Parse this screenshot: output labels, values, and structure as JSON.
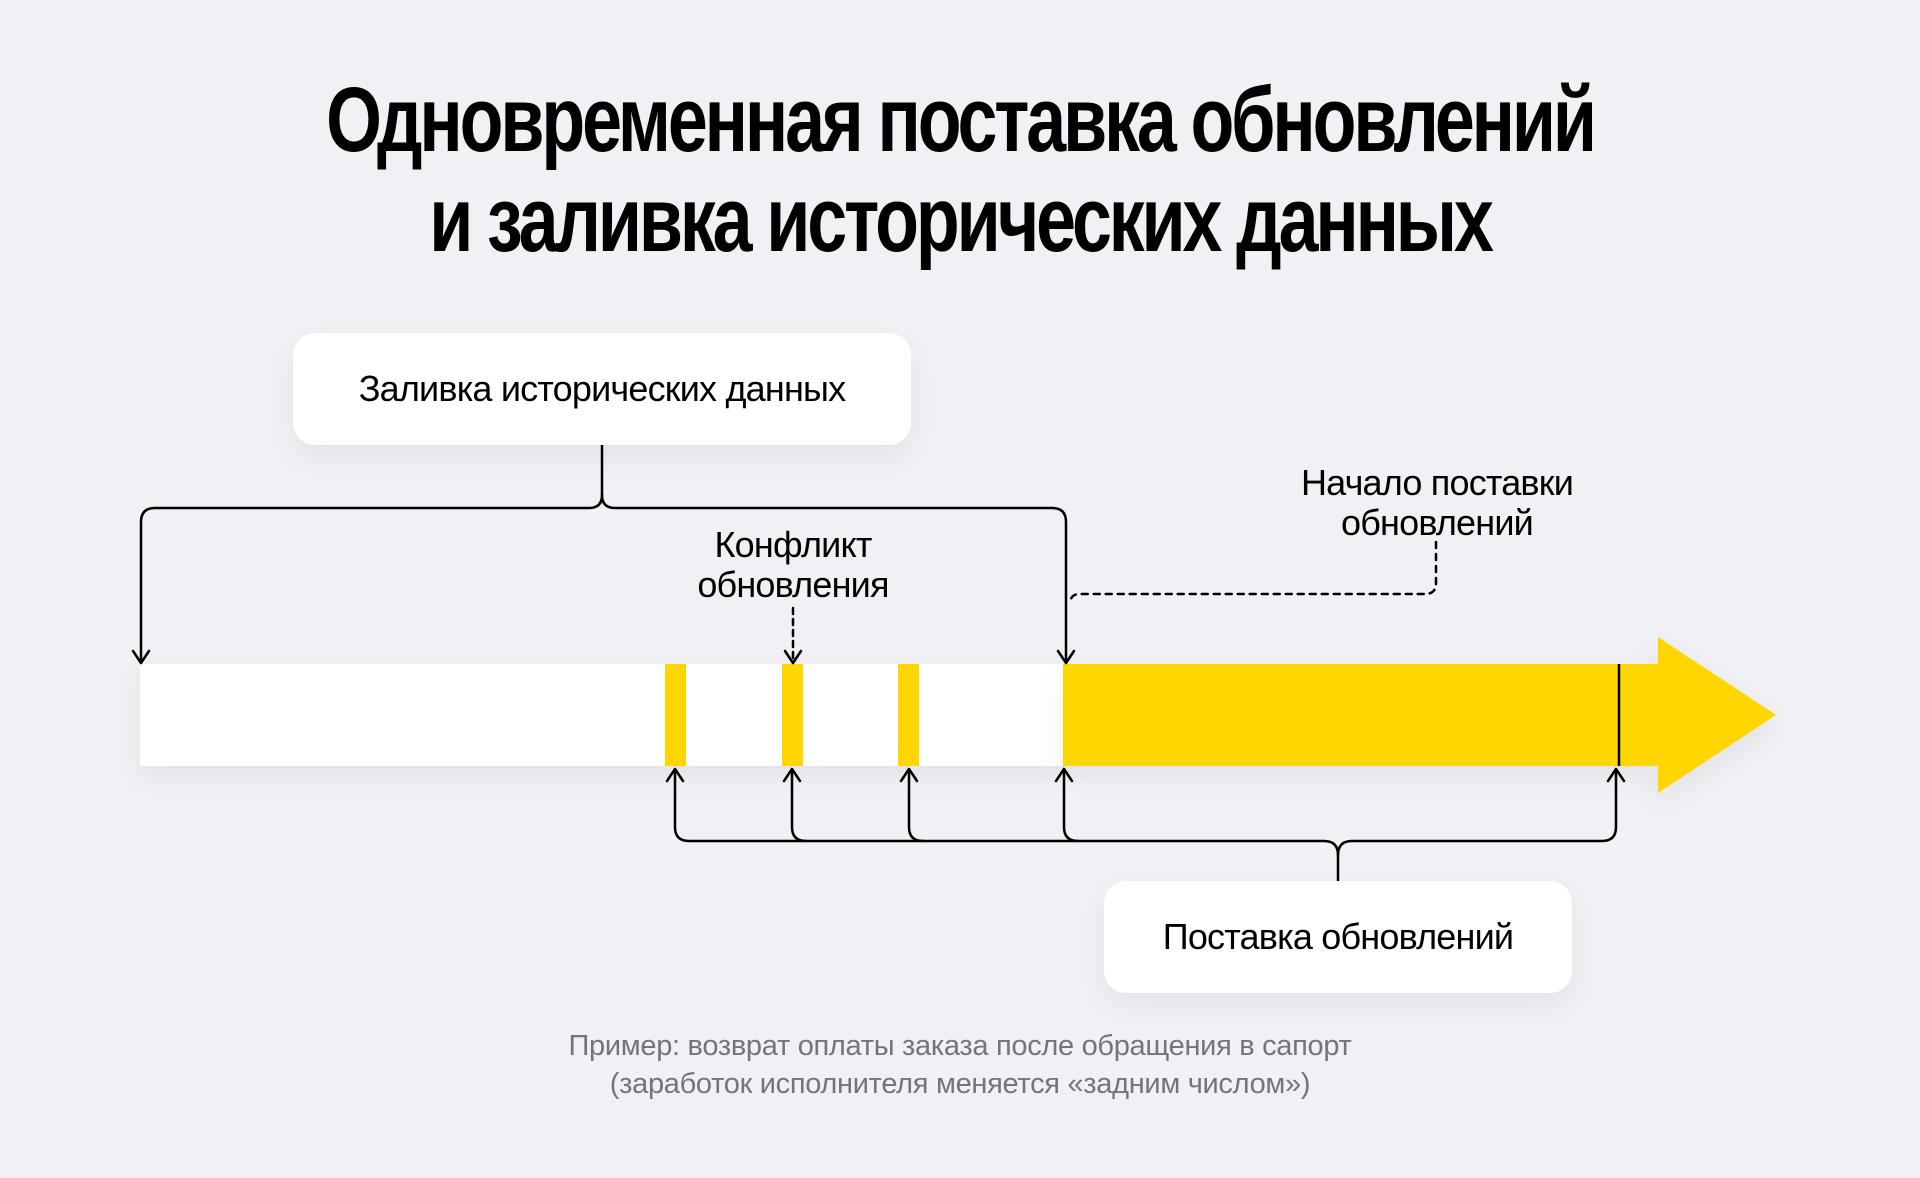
{
  "title": {
    "line1": "Одновременная поставка обновлений",
    "line2": "и заливка исторических данных"
  },
  "labels": {
    "historical_load": "Заливка исторических данных",
    "update_conflict_line1": "Конфликт",
    "update_conflict_line2": "обновления",
    "updates_start_line1": "Начало поставки",
    "updates_start_line2": "обновлений",
    "updates_delivery": "Поставка обновлений"
  },
  "footnote": {
    "line1": "Пример: возврат оплаты заказа после обращения в сапорт",
    "line2": "(заработок исполнителя меняется «задним числом»)"
  },
  "colors": {
    "background": "#f1f0f5",
    "accent_yellow": "#ffd600",
    "bar_white": "#ffffff",
    "line": "#000000",
    "footnote_gray": "#75747b"
  }
}
